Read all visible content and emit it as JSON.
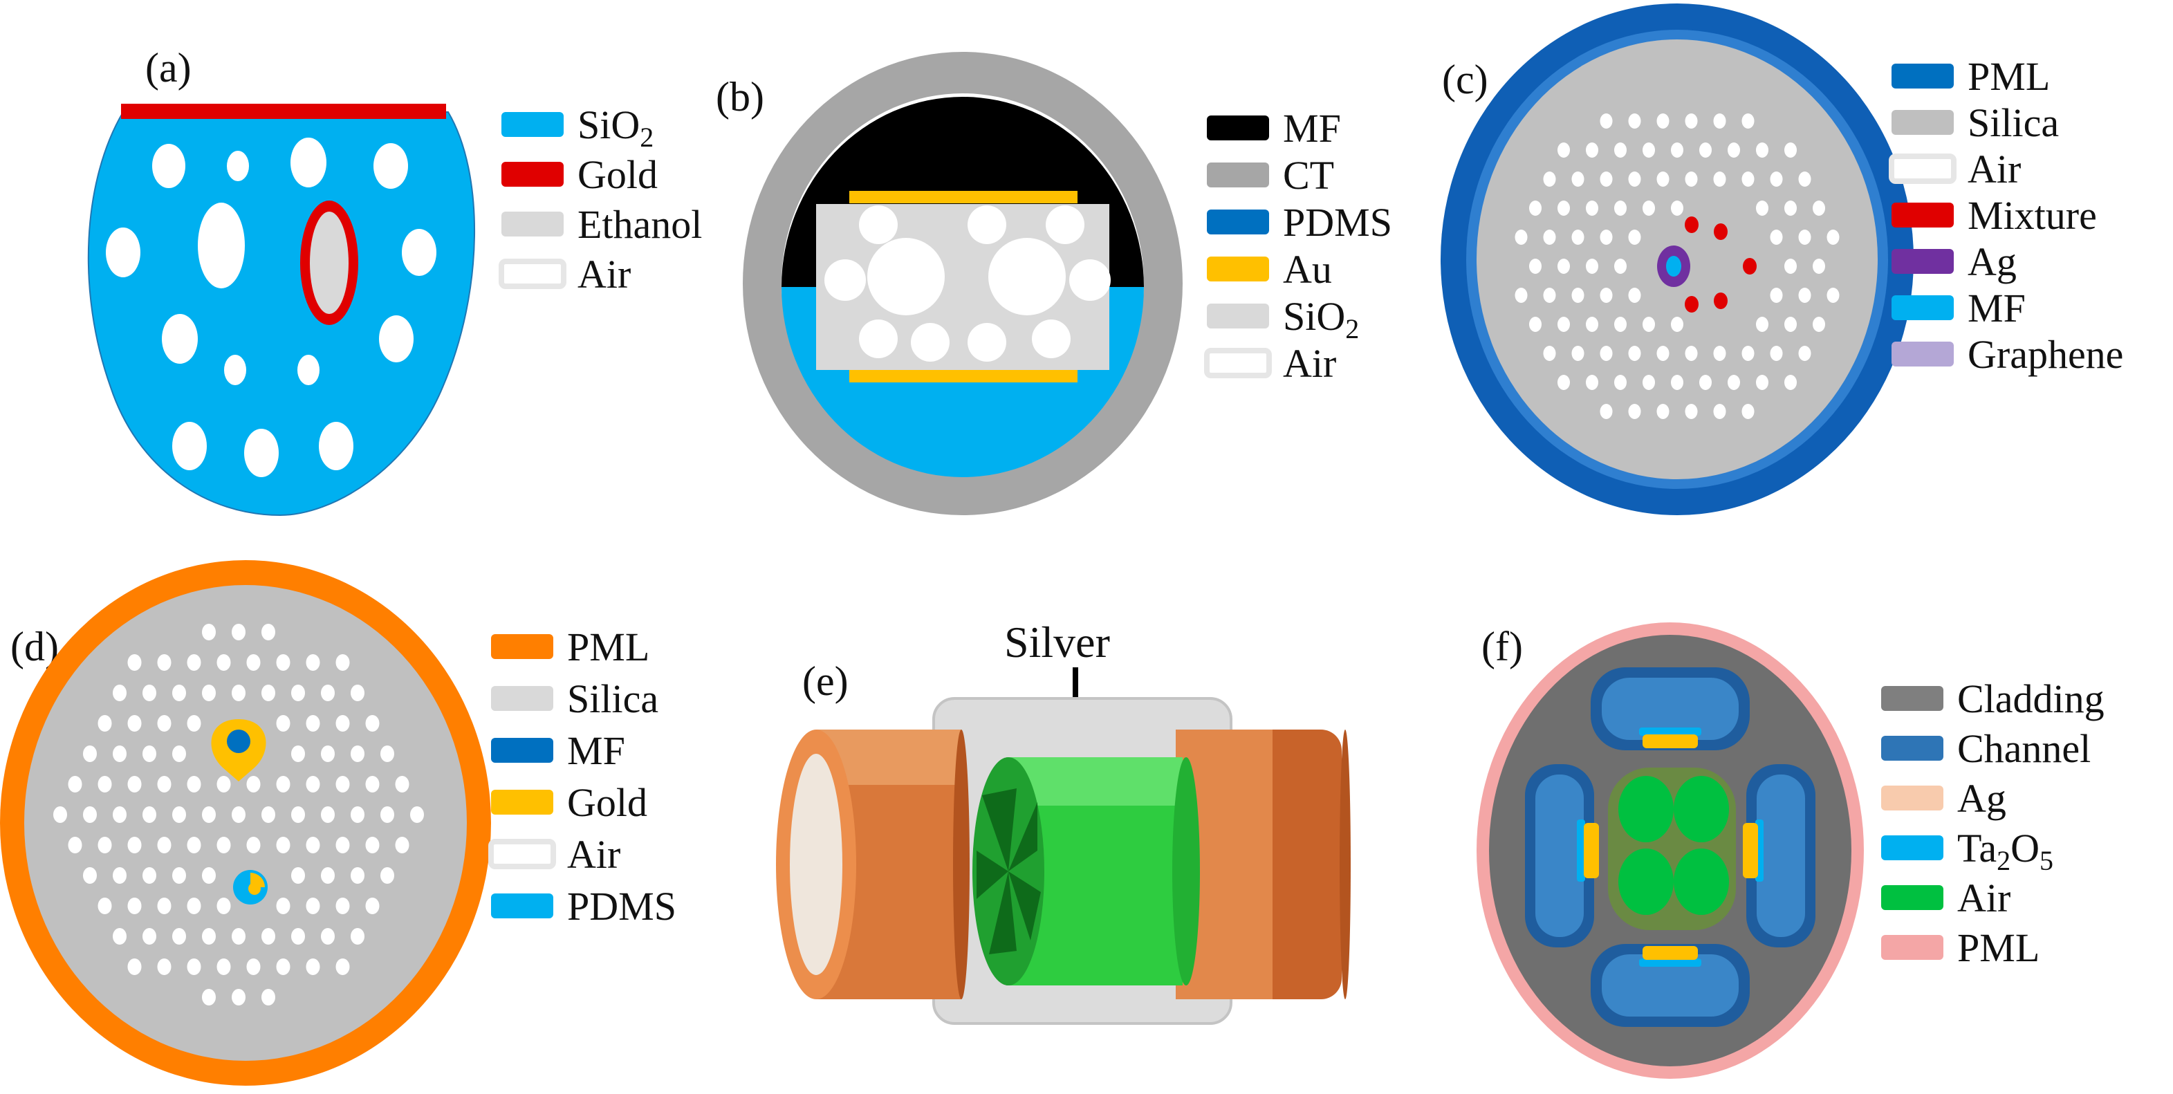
{
  "colors": {
    "sio2": "#00b0f0",
    "gold_a": "#e00000",
    "ethanol": "#d9d9d9",
    "air": "#ffffff",
    "mf_black": "#000000",
    "ct_gray": "#a6a6a6",
    "pdms_blue": "#0070c0",
    "au_yellow": "#ffc000",
    "silica_gray": "#bfbfbf",
    "mixture_red": "#e00000",
    "ag_purple": "#7030a0",
    "graphene_lilac": "#b4a7d6",
    "pml_orange": "#ff7f00",
    "copper": "#d9783a",
    "silver_green": "#2ecc40",
    "cladding_gray": "#7f7f7f",
    "channel_blue": "#2e75b6",
    "ag_peach": "#f8cbad",
    "ta2o5_cyan": "#00b0f0",
    "air_green": "#00c040",
    "pml_pink": "#f4a6a6"
  },
  "panels": [
    {
      "label": "(a)",
      "legend": [
        {
          "text": "SiO",
          "sub": "2",
          "swatch": "sio2"
        },
        {
          "text": "Gold",
          "swatch": "gold_a"
        },
        {
          "text": "Ethanol",
          "swatch": "ethanol"
        },
        {
          "text": "Air",
          "swatch": "air"
        }
      ]
    },
    {
      "label": "(b)",
      "legend": [
        {
          "text": "MF",
          "swatch": "mf_black"
        },
        {
          "text": "CT",
          "swatch": "ct_gray"
        },
        {
          "text": "PDMS",
          "swatch": "pdms_blue"
        },
        {
          "text": "Au",
          "swatch": "au_yellow"
        },
        {
          "text": "SiO",
          "sub": "2",
          "swatch": "ethanol"
        },
        {
          "text": "Air",
          "swatch": "air"
        }
      ]
    },
    {
      "label": "(c)",
      "legend": [
        {
          "text": "PML",
          "swatch": "pdms_blue"
        },
        {
          "text": "Silica",
          "swatch": "silica_gray"
        },
        {
          "text": "Air",
          "swatch": "air"
        },
        {
          "text": "Mixture",
          "swatch": "mixture_red"
        },
        {
          "text": "Ag",
          "swatch": "ag_purple"
        },
        {
          "text": "MF",
          "swatch": "sio2"
        },
        {
          "text": "Graphene",
          "swatch": "graphene_lilac"
        }
      ]
    },
    {
      "label": "(d)",
      "legend": [
        {
          "text": "PML",
          "swatch": "pml_orange"
        },
        {
          "text": "Silica",
          "swatch": "ethanol"
        },
        {
          "text": "MF",
          "swatch": "pdms_blue"
        },
        {
          "text": "Gold",
          "swatch": "au_yellow"
        },
        {
          "text": "Air",
          "swatch": "air"
        },
        {
          "text": "PDMS",
          "swatch": "sio2"
        }
      ]
    },
    {
      "label": "(e)",
      "callout": "Silver",
      "legend": []
    },
    {
      "label": "(f)",
      "legend": [
        {
          "text": "Cladding",
          "swatch": "cladding_gray"
        },
        {
          "text": "Channel",
          "swatch": "channel_blue"
        },
        {
          "text": "Ag",
          "swatch": "ag_peach"
        },
        {
          "text": "Ta",
          "sub": "2",
          "text2": "O",
          "sub2": "5",
          "swatch": "ta2o5_cyan"
        },
        {
          "text": "Air",
          "swatch": "air_green"
        },
        {
          "text": "PML",
          "swatch": "pml_pink"
        }
      ]
    }
  ]
}
